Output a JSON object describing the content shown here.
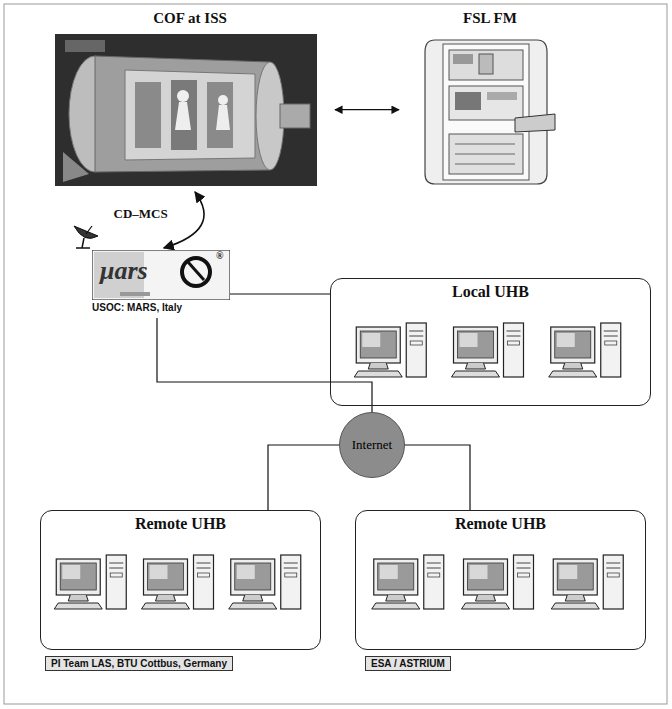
{
  "diagram": {
    "nodes": [
      {
        "text": [
          "COF at ISS"
        ]
      },
      {
        "text": [
          "FSL FM"
        ]
      },
      {
        "text": [
          "USOC: MARS, Italy"
        ]
      },
      {
        "text": [
          "Local UHB"
        ]
      },
      {
        "text": [
          "Internet"
        ]
      },
      {
        "text": [
          "Remote UHB"
        ]
      },
      {
        "text": [
          "PI Team LAS, BTU Cottbus, Germany"
        ]
      },
      {
        "text": [
          "Remote UHB"
        ]
      },
      {
        "text": [
          "ESA / ASTRIUM"
        ]
      }
    ],
    "edges": [
      {
        "from": 0,
        "to": 1,
        "arrow": "both"
      },
      {
        "from": 2,
        "to": 0,
        "label": "CD–MCS",
        "arrow": "both"
      },
      {
        "from": 2,
        "to": 3,
        "arrow": "none"
      },
      {
        "from": 2,
        "to": 4,
        "arrow": "none"
      },
      {
        "from": 4,
        "to": 5,
        "arrow": "none"
      },
      {
        "from": 4,
        "to": 7,
        "arrow": "none"
      }
    ],
    "labels": [
      "μars",
      "®"
    ]
  }
}
